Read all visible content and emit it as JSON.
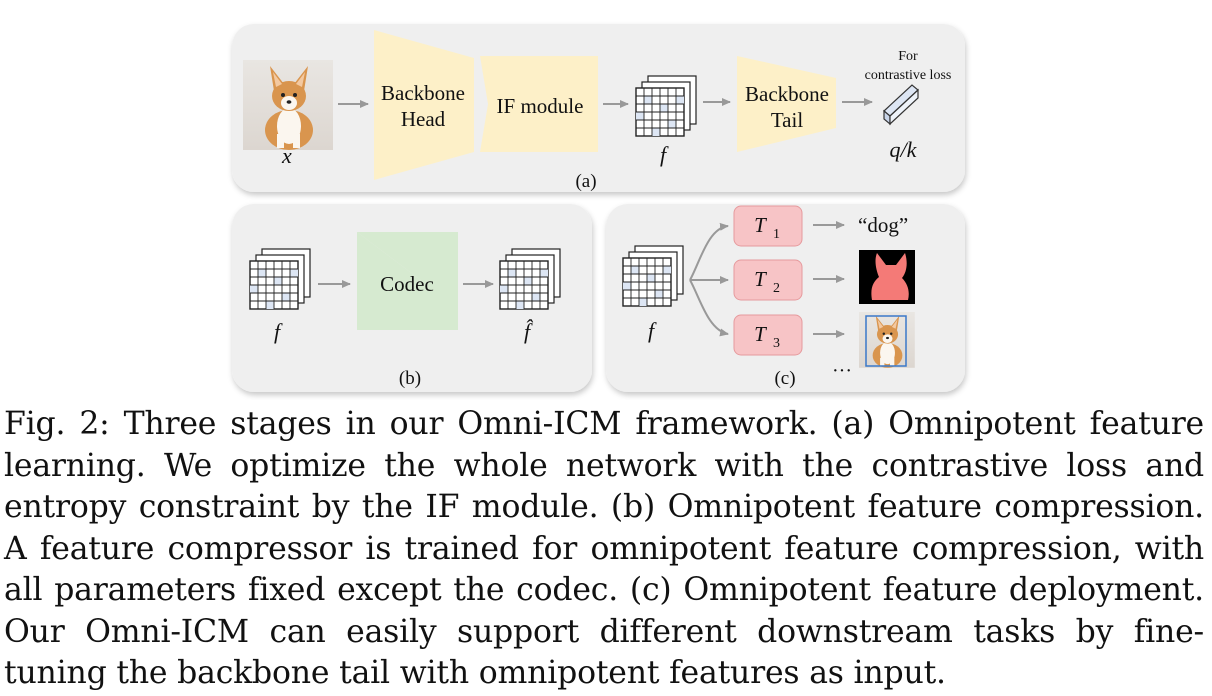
{
  "panel_a": {
    "input_symbol": "x",
    "backbone_head": [
      "Backbone",
      "Head"
    ],
    "if_module": "IF module",
    "feature_symbol": "f",
    "backbone_tail": [
      "Backbone",
      "Tail"
    ],
    "loss_note": [
      "For",
      "contrastive loss"
    ],
    "output_symbol": "q/k",
    "label": "(a)"
  },
  "panel_b": {
    "input_symbol": "f",
    "codec": "Codec",
    "output_symbol": "f̂",
    "label": "(b)"
  },
  "panel_c": {
    "input_symbol": "f",
    "tasks": [
      {
        "name": "T",
        "sub": "1",
        "output": "“dog”"
      },
      {
        "name": "T",
        "sub": "2",
        "output": ""
      },
      {
        "name": "T",
        "sub": "3",
        "output": ""
      }
    ],
    "ellipsis": "···",
    "label": "(c)"
  },
  "caption": "Fig. 2: Three stages in our Omni-ICM framework. (a) Omnipotent feature learning. We optimize the whole network with the contrastive loss and entropy constraint by the IF module. (b) Omnipotent feature compression. A feature compressor is trained for omnipotent feature compression, with all parameters fixed except the codec. (c) Omnipotent feature deployment. Our Omni-ICM can easily support different downstream tasks by fine-tuning the backbone tail with omnipotent features as input.",
  "colors": {
    "panel_bg": "#efefef",
    "backbone": "#fdf0c8",
    "codec": "#d6ead0",
    "task_box": "#f7c4c6",
    "mask": "#f47a77",
    "grid_fill": "#dde6f4",
    "arrow": "#999999"
  }
}
